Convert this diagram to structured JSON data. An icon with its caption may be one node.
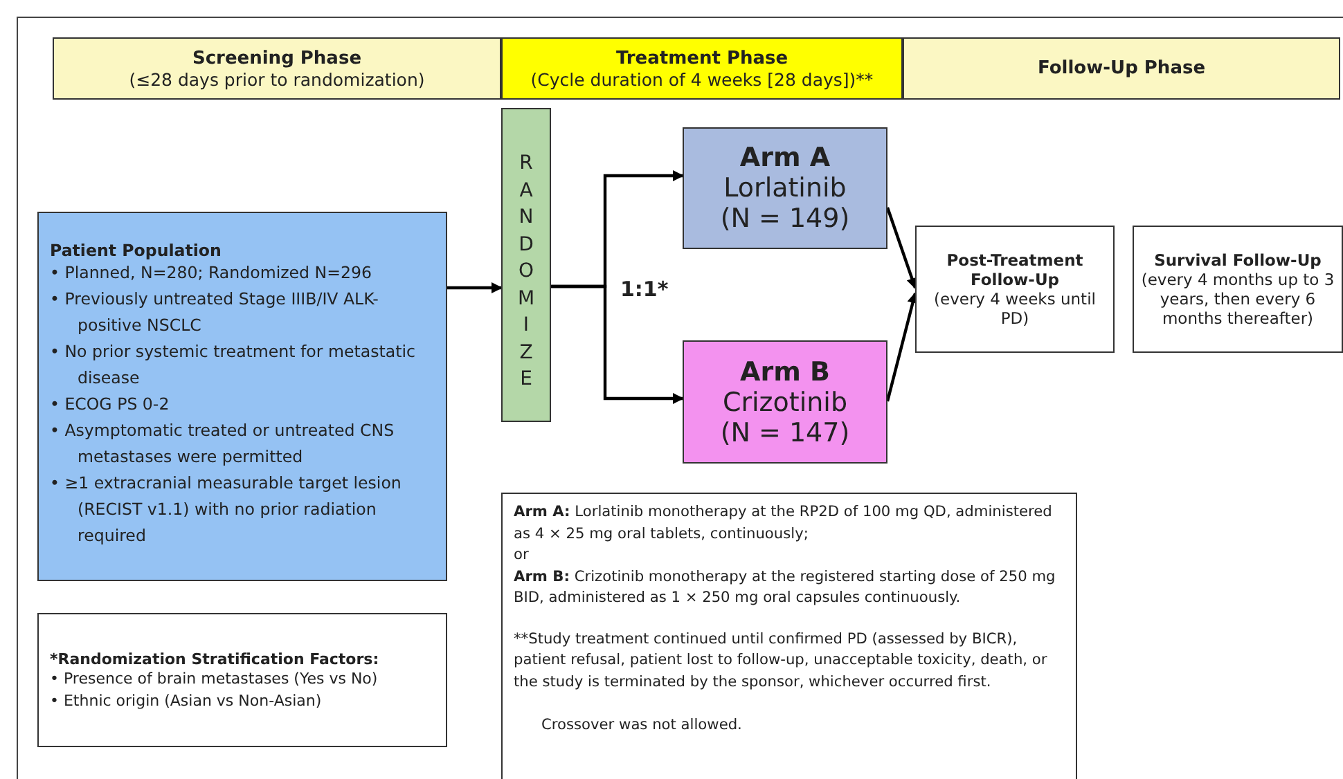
{
  "diagram": {
    "nodes": [
      {
        "text": [
          "Screening Phase",
          "(≤28 days prior to randomization)"
        ]
      },
      {
        "text": [
          "Treatment Phase",
          "(Cycle duration of 4 weeks [28 days])**"
        ]
      },
      {
        "text": [
          "Follow-Up Phase"
        ]
      },
      {
        "text": [
          "Patient Population",
          "• Planned, N=280; Randomized N=296",
          "• Previously untreated Stage IIIB/IV ALK-positive NSCLC",
          "• No prior systemic treatment for metastatic disease",
          "• ECOG PS 0-2",
          "• Asymptomatic treated or untreated CNS metastases were permitted",
          "• ≥1 extracranial measurable target lesion (RECIST v1.1) with no prior radiation required"
        ]
      },
      {
        "text": [
          "RANDOMIZE"
        ]
      },
      {
        "text": [
          "Arm A",
          "Lorlatinib",
          "(N = 149)"
        ]
      },
      {
        "text": [
          "Arm B",
          "Crizotinib",
          "(N = 147)"
        ]
      },
      {
        "text": [
          "Post-Treatment Follow-Up",
          "(every 4 weeks until PD)"
        ]
      },
      {
        "text": [
          "Survival Follow-Up",
          "(every 4 months up to 3 years, then every 6 months thereafter)"
        ]
      },
      {
        "text": [
          "*Randomization Stratification Factors:",
          "• Presence of brain metastases (Yes vs No)",
          "• Ethnic origin (Asian vs Non-Asian)"
        ]
      },
      {
        "text": [
          "**Arm A:** Lorlatinib monotherapy at the RP2D of 100 mg QD, administered as 4 × 25 mg oral tablets, continuously;",
          "or",
          "**Arm B:** Crizotinib monotherapy at the registered starting dose of 250 mg BID, administered as 1 × 250 mg oral capsules continuously.",
          "**Study treatment continued until confirmed PD (assessed by BICR), patient refusal, patient lost to follow-up, unacceptable toxicity, death, or the study is terminated by the sponsor, whichever occurred first.",
          "Crossover was not allowed."
        ]
      }
    ],
    "edges": [
      {
        "from": 3,
        "to": 4,
        "arrow": "to"
      },
      {
        "from": 4,
        "to": 5,
        "arrow": "to",
        "label": "1:1*"
      },
      {
        "from": 4,
        "to": 6,
        "arrow": "to"
      },
      {
        "from": 5,
        "to": 7,
        "arrow": "to"
      },
      {
        "from": 6,
        "to": 7,
        "arrow": "to"
      }
    ]
  }
}
